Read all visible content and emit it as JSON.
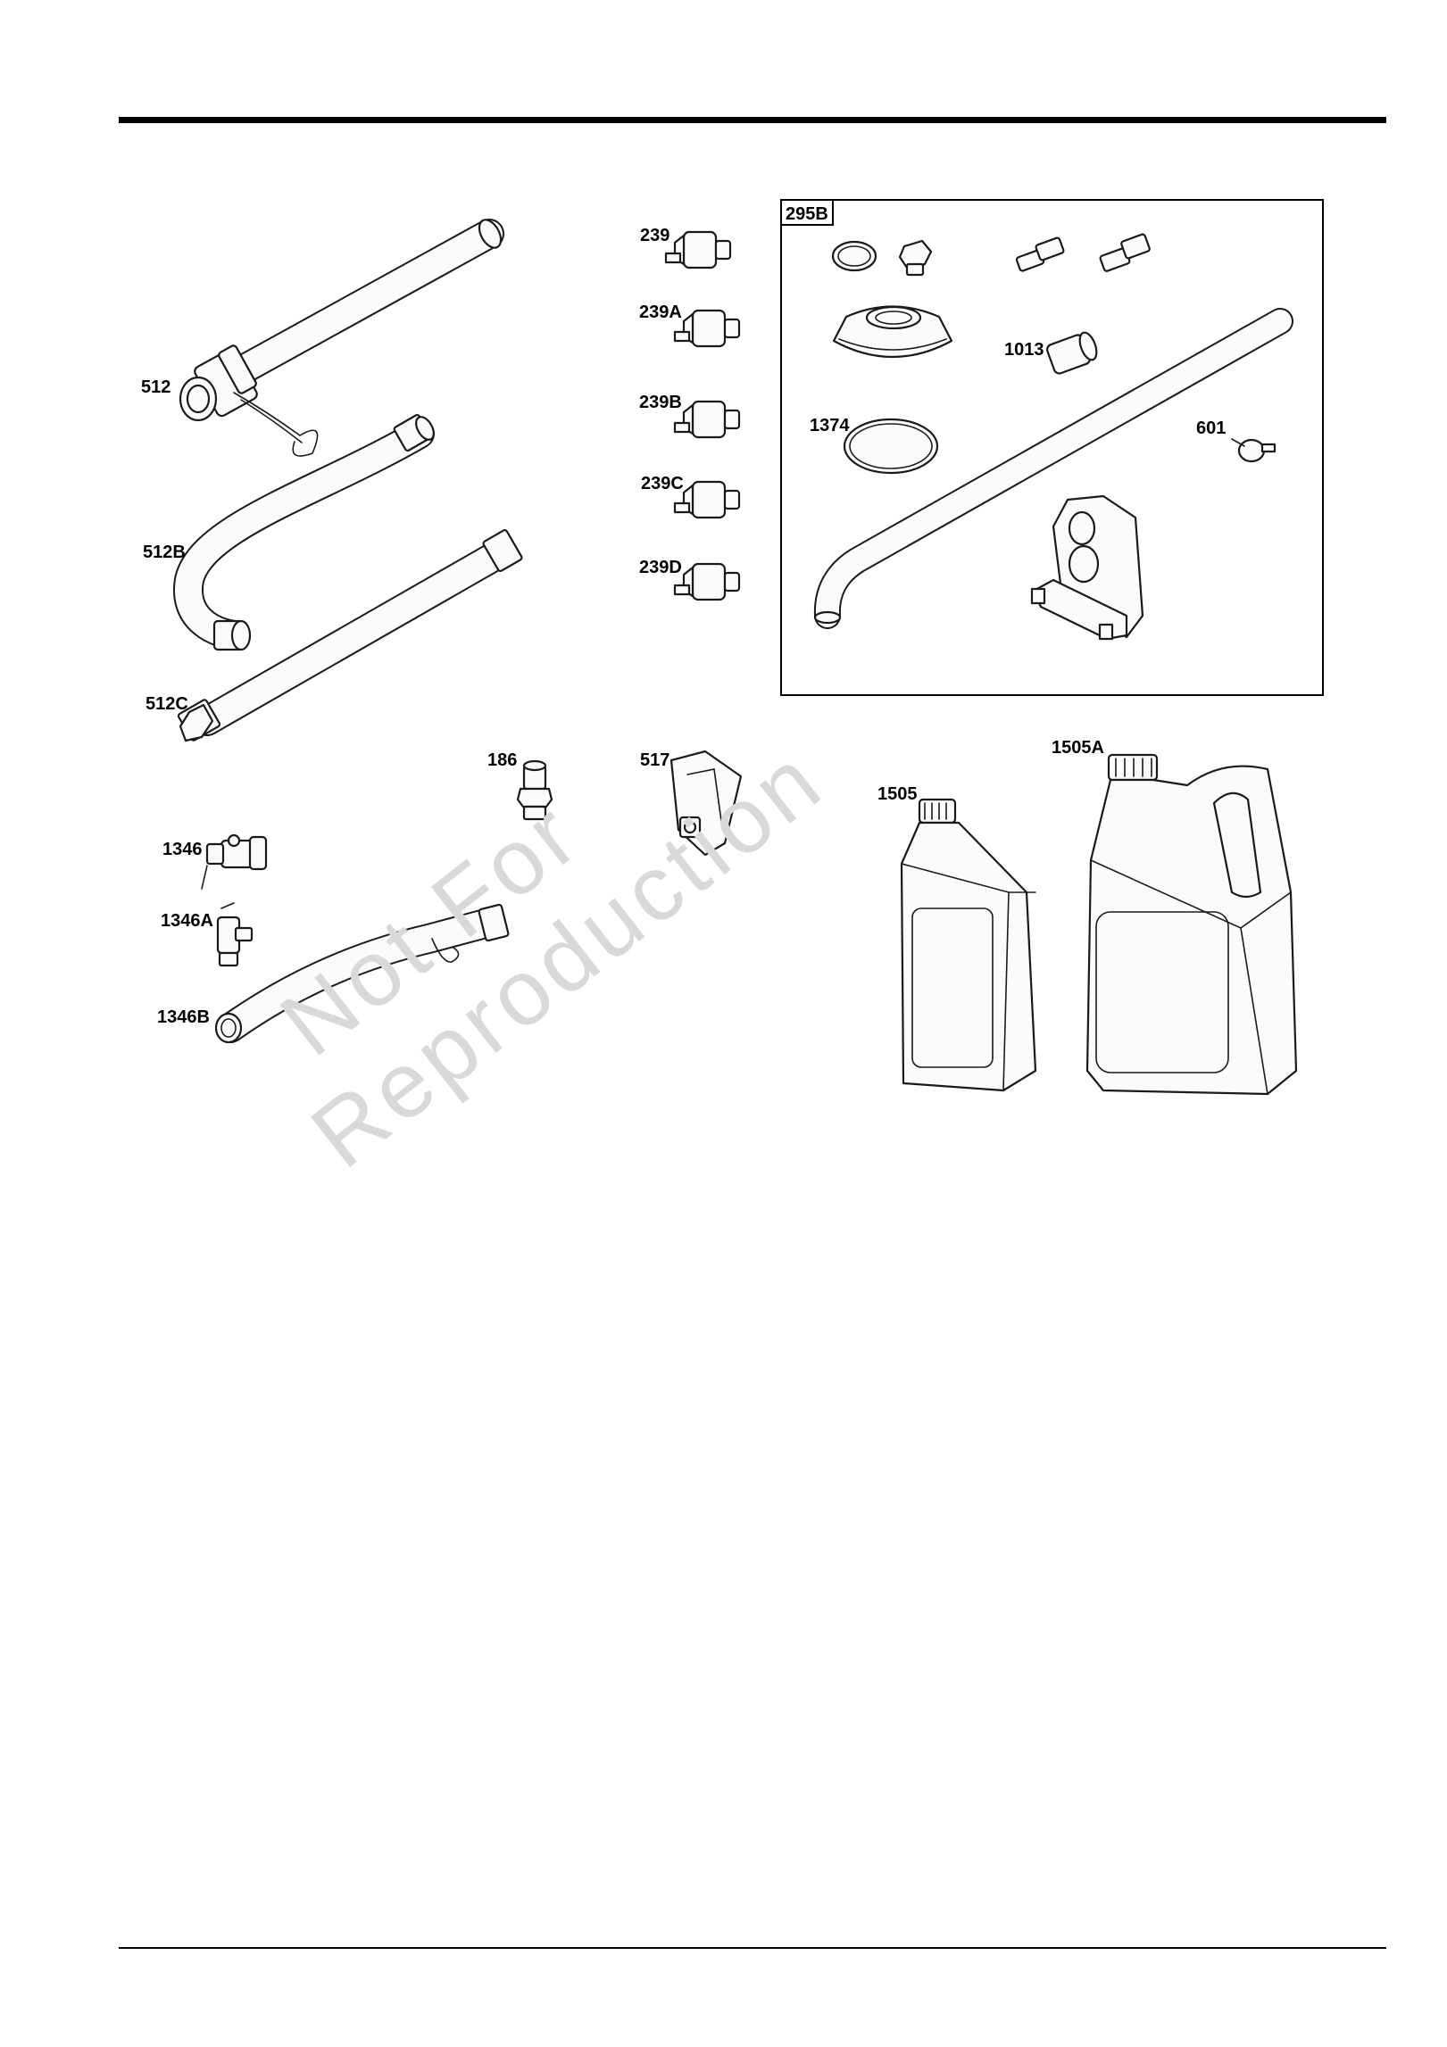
{
  "labels": {
    "p512": "512",
    "p512b": "512B",
    "p512c": "512C",
    "p239": "239",
    "p239a": "239A",
    "p239b": "239B",
    "p239c": "239C",
    "p239d": "239D",
    "p295b": "295B",
    "p1013": "1013",
    "p1374": "1374",
    "p601": "601",
    "p186": "186",
    "p517": "517",
    "p1346": "1346",
    "p1346a": "1346A",
    "p1346b": "1346B",
    "p1505": "1505",
    "p1505a": "1505A"
  },
  "watermark": {
    "line1": "Not For",
    "line2": "Reproduction"
  }
}
